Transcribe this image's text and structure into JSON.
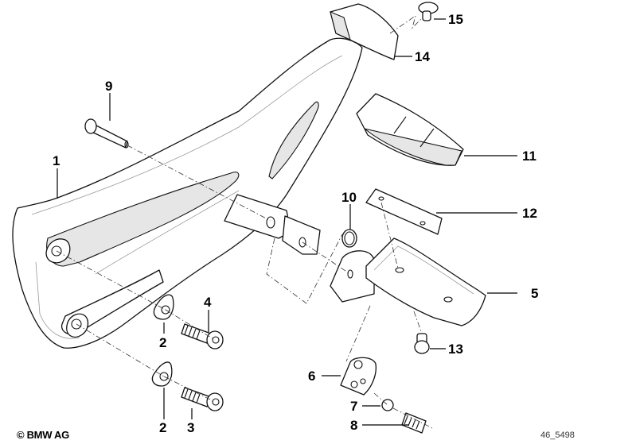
{
  "diagram": {
    "type": "exploded parts diagram",
    "part_labels": [
      {
        "id": "1",
        "text": "1"
      },
      {
        "id": "2a",
        "text": "2"
      },
      {
        "id": "2b",
        "text": "2"
      },
      {
        "id": "3",
        "text": "3"
      },
      {
        "id": "4",
        "text": "4"
      },
      {
        "id": "5",
        "text": "5"
      },
      {
        "id": "6",
        "text": "6"
      },
      {
        "id": "7",
        "text": "7"
      },
      {
        "id": "8",
        "text": "8"
      },
      {
        "id": "9",
        "text": "9"
      },
      {
        "id": "10",
        "text": "10"
      },
      {
        "id": "11",
        "text": "11"
      },
      {
        "id": "12",
        "text": "12"
      },
      {
        "id": "13",
        "text": "13"
      },
      {
        "id": "14",
        "text": "14"
      },
      {
        "id": "15",
        "text": "15"
      }
    ]
  },
  "footer": {
    "copyright": "© BMW AG",
    "drawing_number": "46_5498"
  }
}
